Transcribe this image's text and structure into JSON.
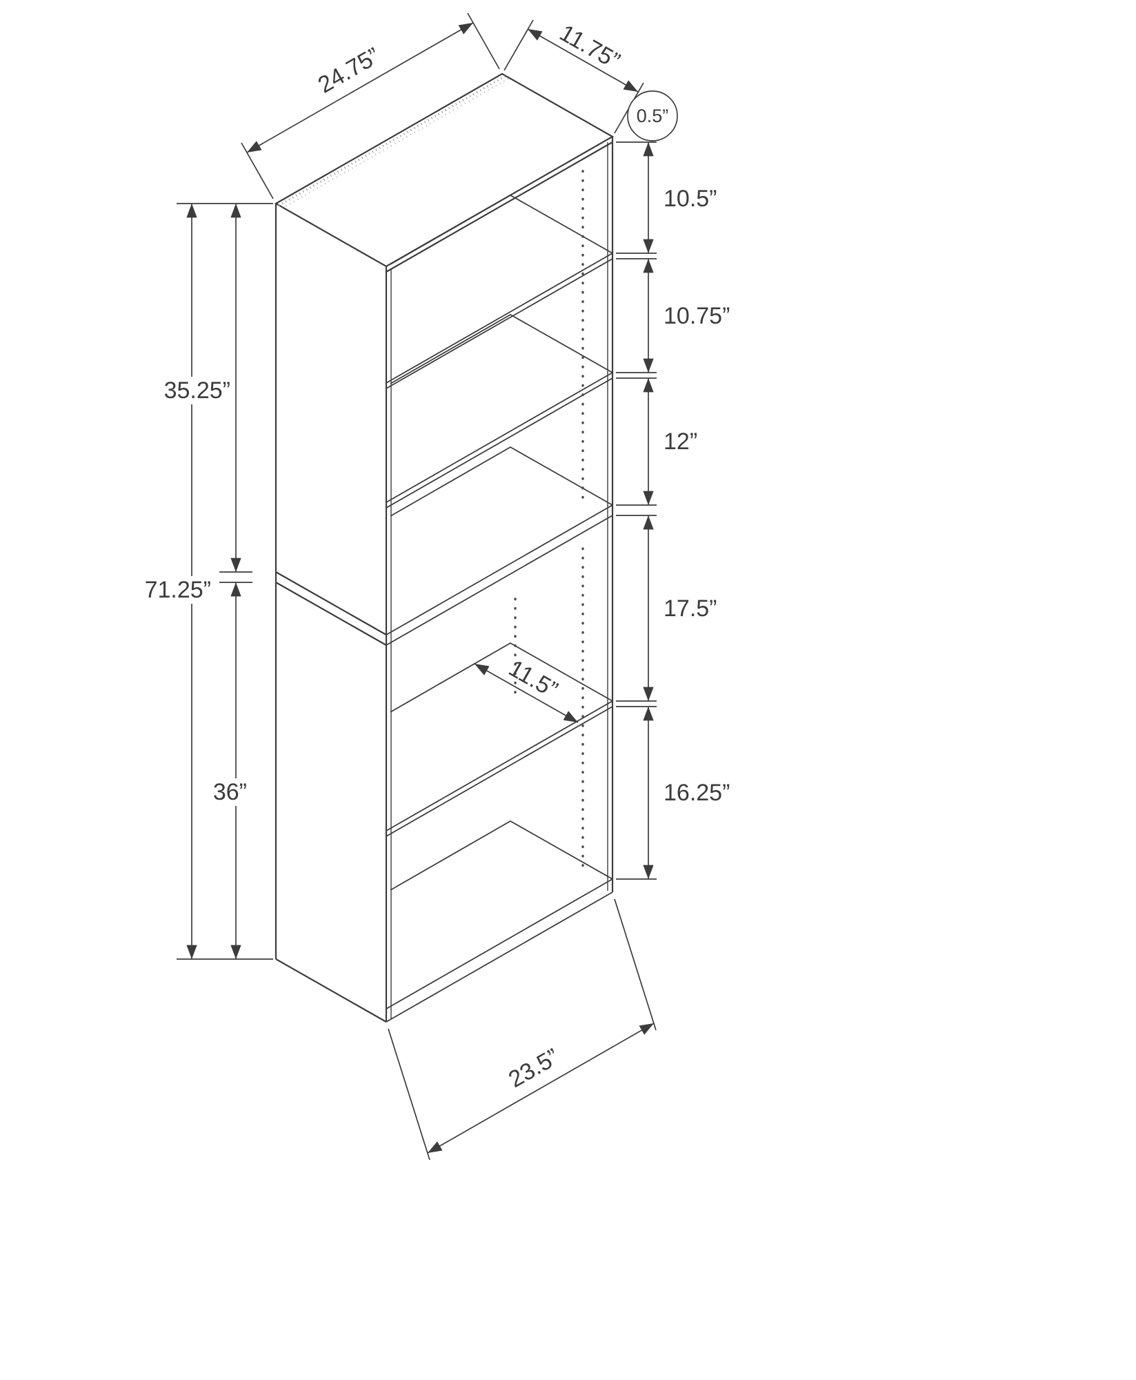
{
  "meta": {
    "background_color": "#ffffff",
    "line_color": "#3c3c3c"
  },
  "dimensions": {
    "overall_width": "24.75”",
    "overall_depth": "11.75”",
    "panel_thickness": "0.5”",
    "opening_top": "10.5”",
    "opening_second": "10.75”",
    "opening_third": "12”",
    "opening_fourth": "17.5”",
    "opening_bottom": "16.25”",
    "upper_section_height": "35.25”",
    "overall_height": "71.25”",
    "lower_section_height": "36”",
    "shelf_depth": "11.5”",
    "base_width": "23.5”"
  }
}
